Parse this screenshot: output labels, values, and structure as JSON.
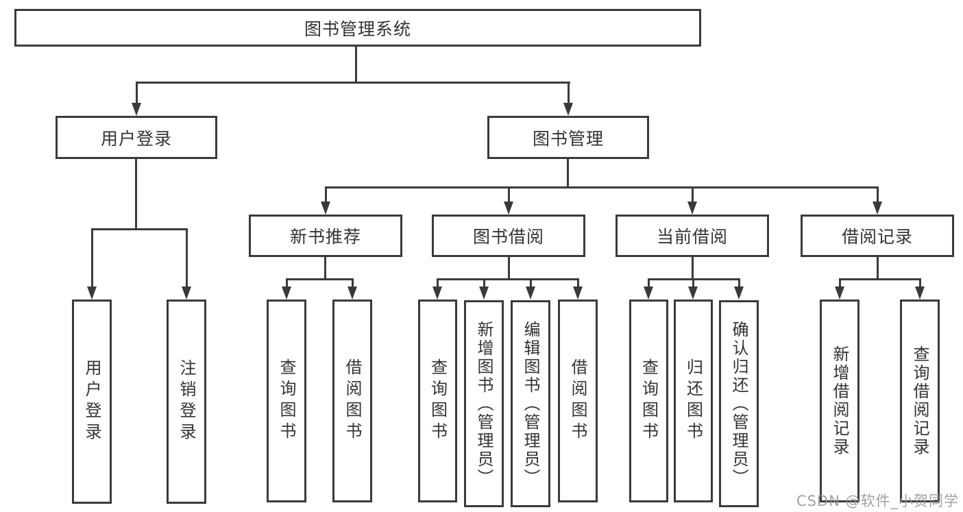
{
  "title": "图书管理系统",
  "l2": [
    "用户登录",
    "图书管理"
  ],
  "l3": [
    "新书推荐",
    "图书借阅",
    "当前借阅",
    "借阅记录"
  ],
  "leaves": {
    "login": [
      "用户登录",
      "注销登录"
    ],
    "recommend": [
      "查询图书",
      "借阅图书"
    ],
    "borrow": [
      "查询图书",
      "新增图书（管理员）",
      "编辑图书（管理员）",
      "借阅图书"
    ],
    "current": [
      "查询图书",
      "归还图书",
      "确认归还（管理员）"
    ],
    "records": [
      "新增借阅记录",
      "查询借阅记录"
    ]
  },
  "watermark": "CSDN @软件_小贺同学",
  "colors": {
    "line": "#3a3a3a",
    "text": "#333333",
    "watermark": "#949494",
    "background": "#ffffff"
  }
}
